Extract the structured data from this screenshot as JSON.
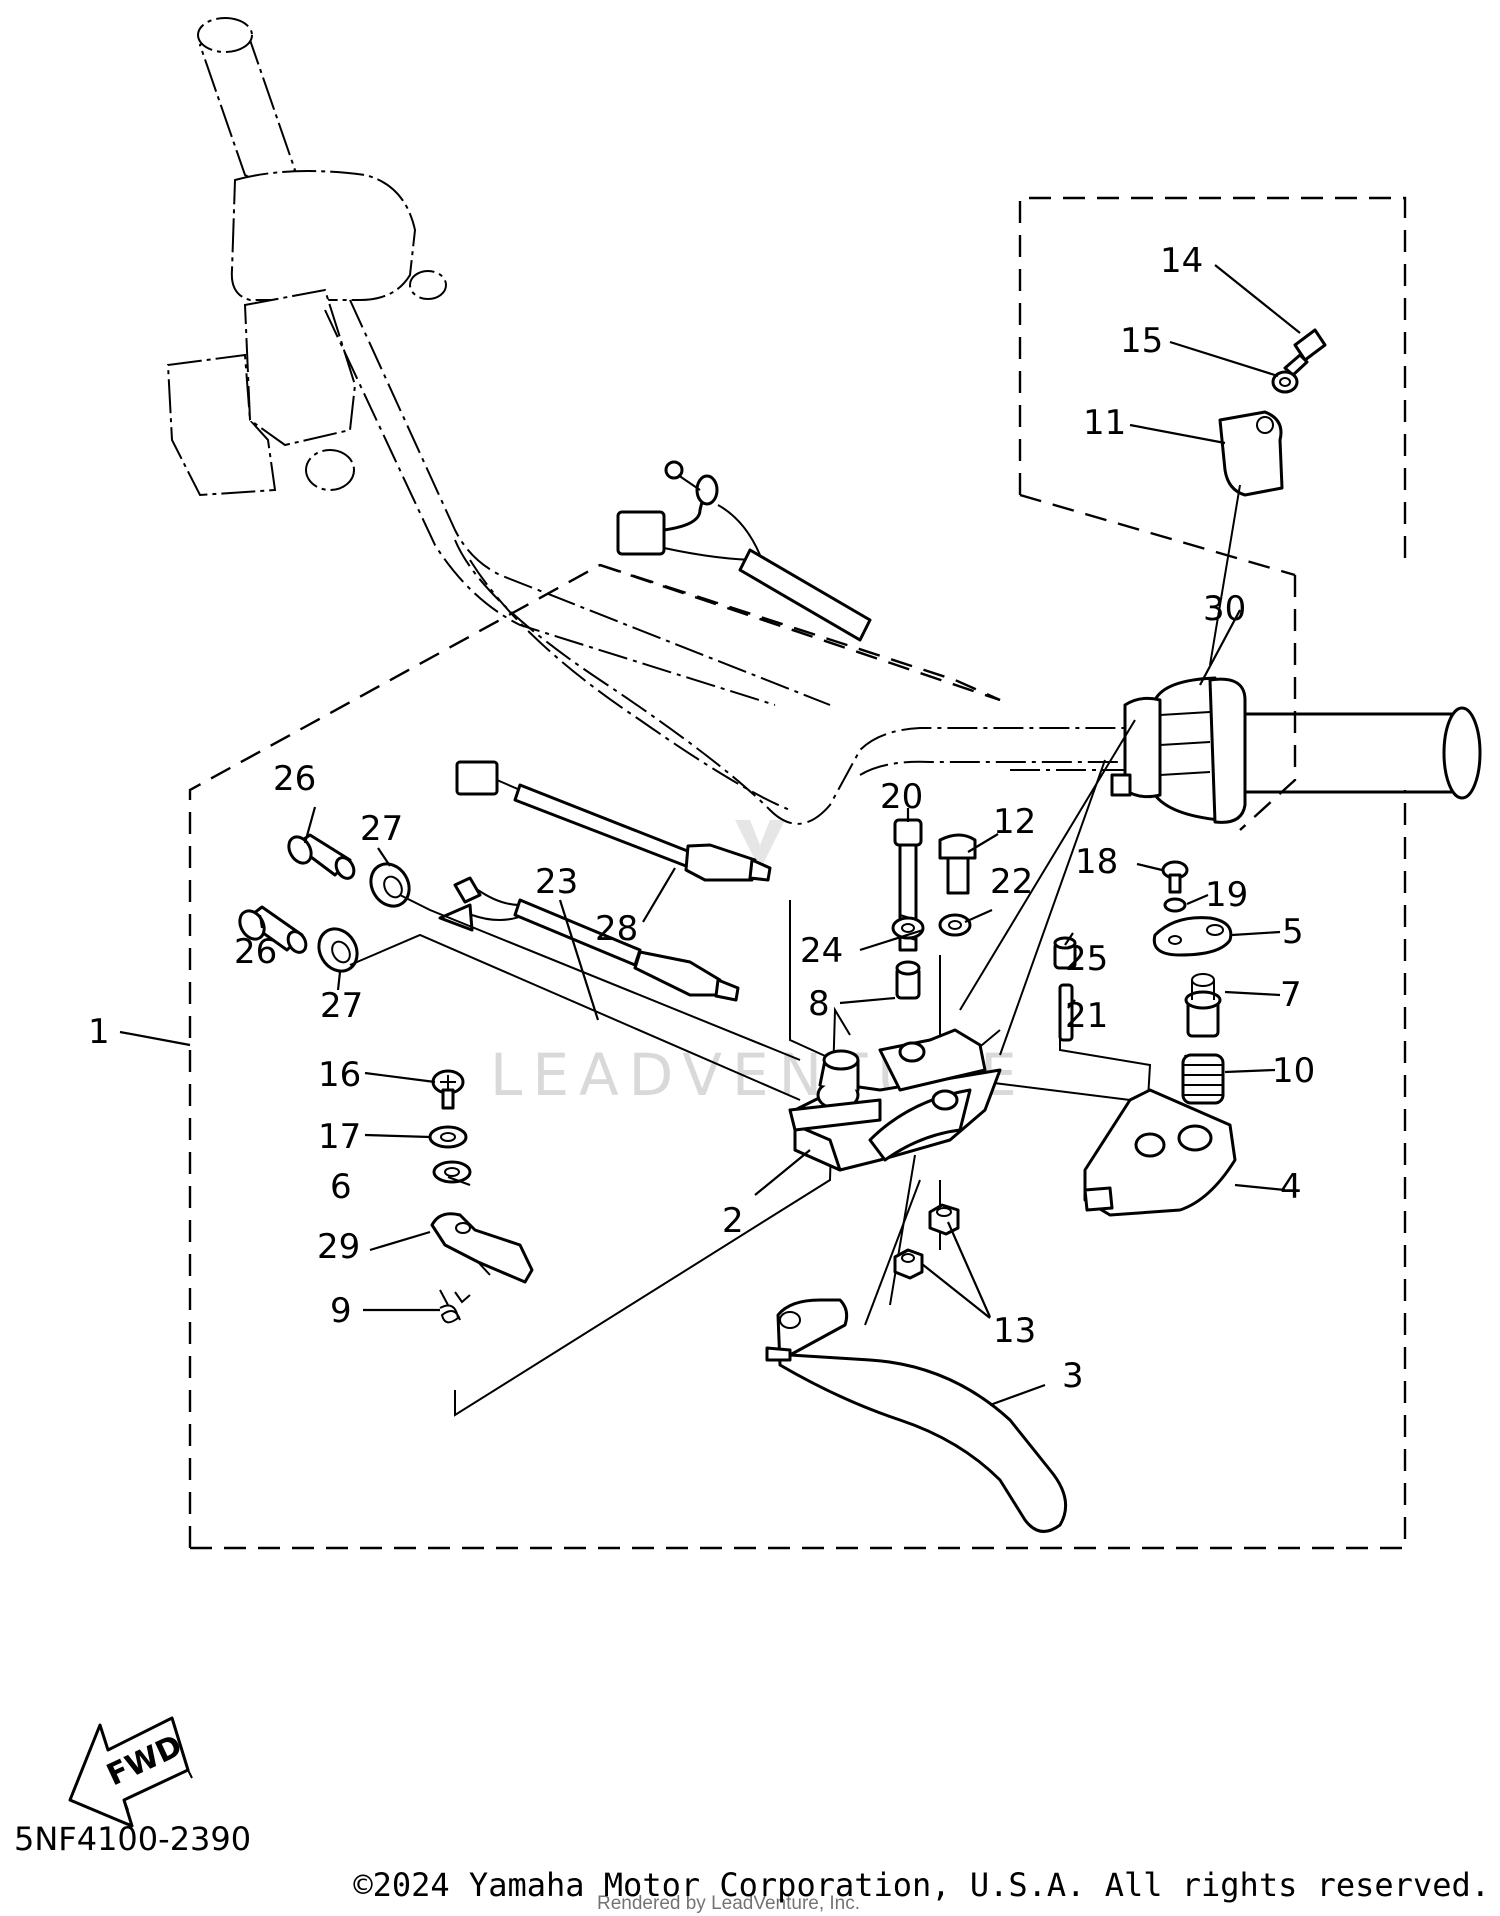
{
  "diagram_code": "5NF4100-2390",
  "copyright": "©2024 Yamaha Motor Corporation, U.S.A. All rights reserved.",
  "rendered_by": "Rendered by LeadVenture, Inc.",
  "watermark": "LEADVENTURE",
  "fwd_label": "FWD",
  "callouts": {
    "c1": "1",
    "c2": "2",
    "c3": "3",
    "c4": "4",
    "c5": "5",
    "c6": "6",
    "c7": "7",
    "c8": "8",
    "c9": "9",
    "c10": "10",
    "c11": "11",
    "c12": "12",
    "c13": "13",
    "c14": "14",
    "c15": "15",
    "c16": "16",
    "c17": "17",
    "c18": "18",
    "c19": "19",
    "c20": "20",
    "c21": "21",
    "c22": "22",
    "c23": "23",
    "c24": "24",
    "c25": "25",
    "c26a": "26",
    "c26b": "26",
    "c27a": "27",
    "c27b": "27",
    "c28": "28",
    "c29": "29",
    "c30": "30"
  }
}
